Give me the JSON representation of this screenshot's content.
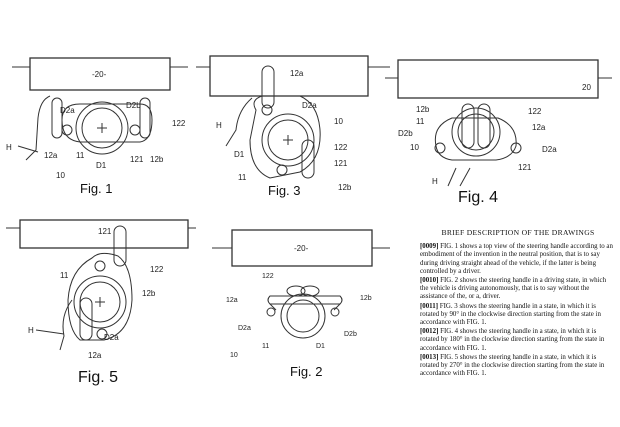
{
  "figures": {
    "fig1": {
      "caption": "Fig. 1",
      "labels": {
        "b20": "-20-",
        "d2a": "D2a",
        "d2b": "D2b",
        "n122": "122",
        "h": "H",
        "n12a": "12a",
        "d1": "D1",
        "n121": "121",
        "n12b": "12b",
        "n11": "11",
        "n10": "10"
      }
    },
    "fig3": {
      "caption": "Fig. 3",
      "labels": {
        "n12a": "12a",
        "d2a": "D2a",
        "n10": "10",
        "h": "H",
        "d1": "D1",
        "n122": "122",
        "n121": "121",
        "n11": "11",
        "n12b": "12b"
      }
    },
    "fig4": {
      "caption": "Fig. 4",
      "labels": {
        "n20": "20",
        "n12b": "12b",
        "n122": "122",
        "n11": "11",
        "n12a": "12a",
        "d2b": "D2b",
        "d2a": "D2a",
        "n10": "10",
        "h": "H",
        "n121": "121"
      }
    },
    "fig5": {
      "caption": "Fig. 5",
      "labels": {
        "n121": "121",
        "n11": "11",
        "n122": "122",
        "n12b": "12b",
        "h": "H",
        "d2a": "D2a",
        "n12a": "12a"
      }
    },
    "fig2": {
      "caption": "Fig. 2",
      "labels": {
        "b20": "-20-",
        "n122": "122",
        "n12a": "12a",
        "n12b": "12b",
        "d2a": "D2a",
        "n11": "11",
        "d1": "D1",
        "d2b": "D2b",
        "n10": "10"
      }
    }
  },
  "description": {
    "heading": "BRIEF DESCRIPTION OF THE DRAWINGS",
    "paragraphs": [
      {
        "num": "[0009]",
        "text": "FIG. 1 shows a top view of the steering handle according to an embodiment of the invention in the neutral position, that is to say during driving straight ahead of the vehicle, if the latter is being controlled by a driver."
      },
      {
        "num": "[0010]",
        "text": "FIG. 2 shows the steering handle in a driving state, in which the vehicle is driving autonomously, that is to say without the assistance of the, or a, driver."
      },
      {
        "num": "[0011]",
        "text": "FIG. 3 shows the steering handle in a state, in which it is rotated by 90° in the clockwise direction starting from the state in accordance with FIG. 1."
      },
      {
        "num": "[0012]",
        "text": "FIG. 4 shows the steering handle in a state, in which it is rotated by 180° in the clockwise direction starting from the state in accordance with FIG. 1."
      },
      {
        "num": "[0013]",
        "text": "FIG. 5 shows the steering handle in a state, in which it is rotated by 270° in the clockwise direction starting from the state in accordance with FIG. 1."
      }
    ]
  }
}
